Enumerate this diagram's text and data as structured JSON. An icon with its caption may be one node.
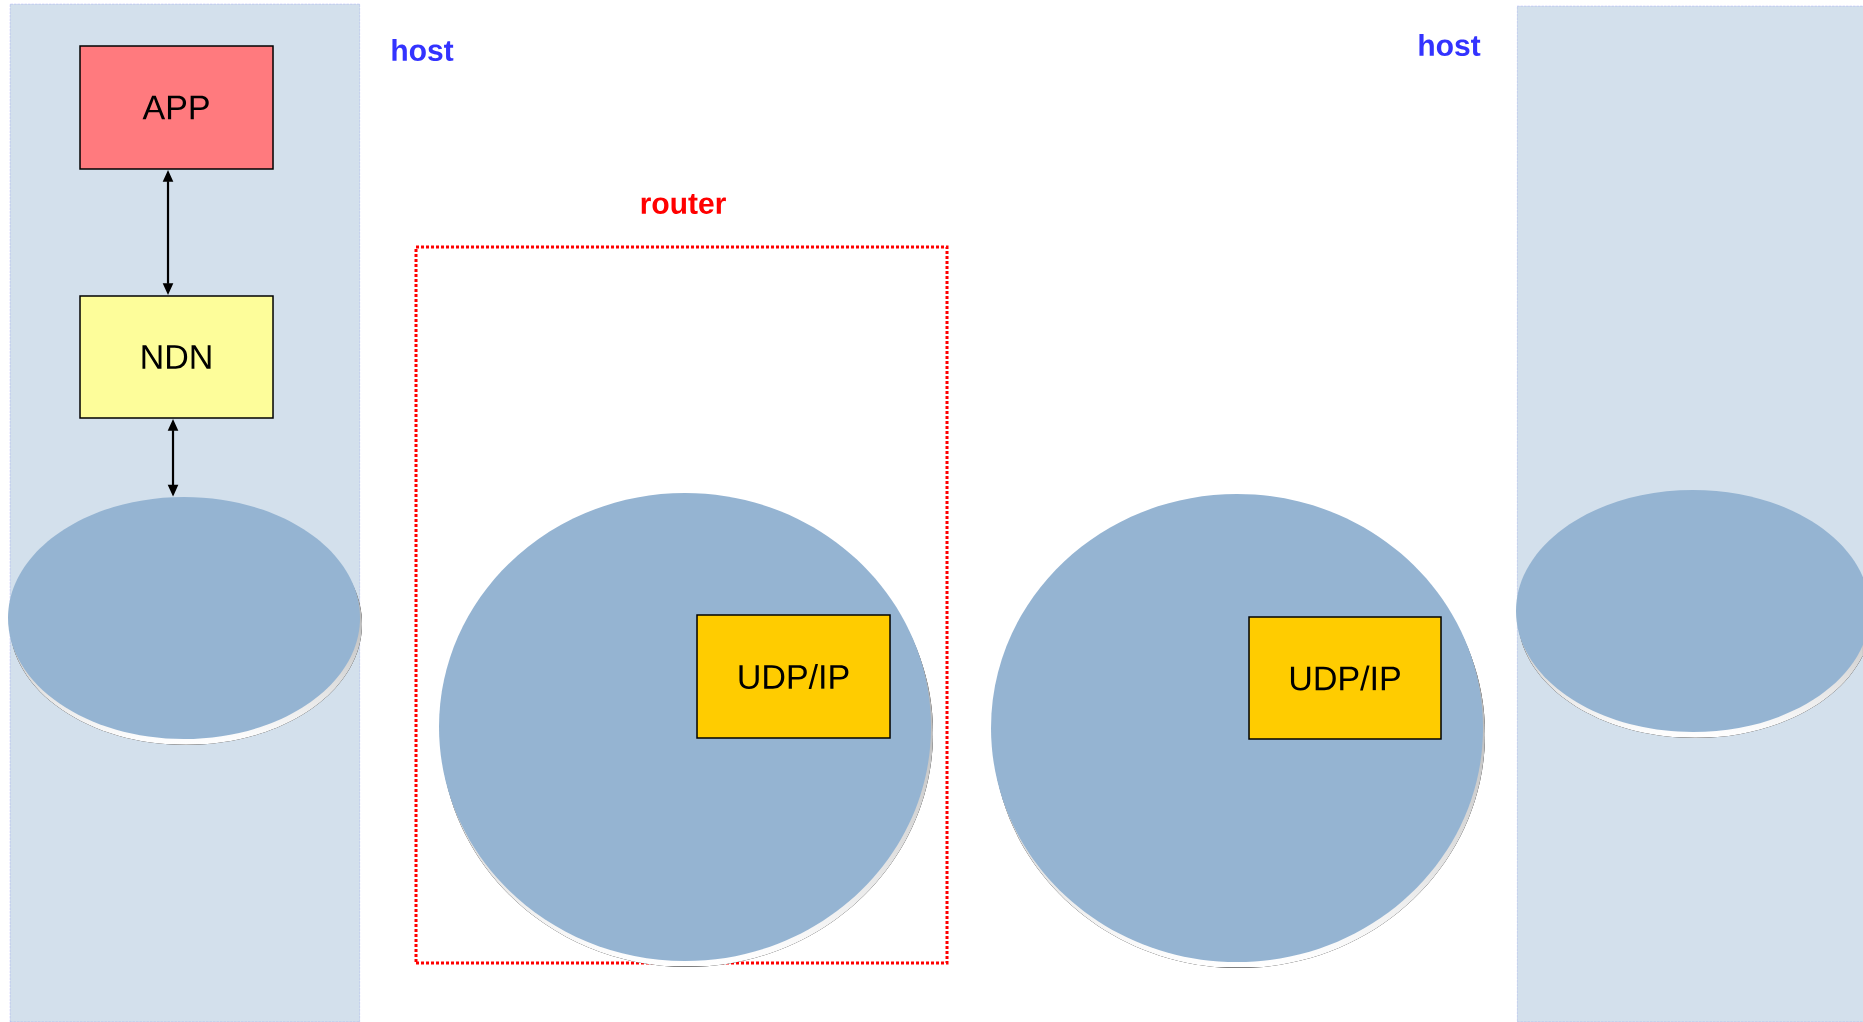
{
  "diagram": {
    "nodes": [
      {
        "text": [
          "host"
        ]
      },
      {
        "text": [
          "APP"
        ],
        "in": 0
      },
      {
        "text": [
          "NDN"
        ],
        "in": 0
      },
      {
        "text": [],
        "shape": "ellipse",
        "in": 0
      },
      {
        "text": [
          "router"
        ]
      },
      {
        "text": [],
        "shape": "ellipse",
        "in": 4
      },
      {
        "text": [
          "UDP/IP"
        ],
        "in": 5
      },
      {
        "text": [],
        "shape": "ellipse"
      },
      {
        "text": [
          "UDP/IP"
        ],
        "in": 7
      },
      {
        "text": [
          "host"
        ]
      },
      {
        "text": [],
        "shape": "ellipse",
        "in": 9
      }
    ],
    "edges": [
      {
        "from": 1,
        "to": 2,
        "arrow": "both"
      },
      {
        "from": 2,
        "to": 3,
        "arrow": "both"
      }
    ]
  }
}
